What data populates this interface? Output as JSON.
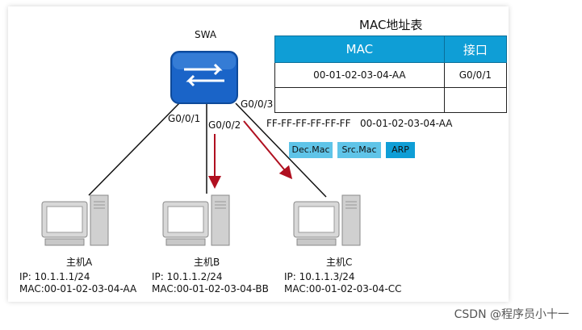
{
  "switch": {
    "name": "SWA"
  },
  "mac_table": {
    "title": "MAC地址表",
    "headers": [
      "MAC",
      "接口"
    ],
    "rows": [
      {
        "mac": "00-01-02-03-04-AA",
        "port": "G0/0/1"
      },
      {
        "mac": "",
        "port": ""
      }
    ]
  },
  "ports": {
    "p1": "G0/0/1",
    "p2": "G0/0/2",
    "p3": "G0/0/3"
  },
  "frame_header": {
    "dst_mac": "FF-FF-FF-FF-FF-FF",
    "src_mac": "00-01-02-03-04-AA",
    "fields": [
      "Dec.Mac",
      "Src.Mac",
      "ARP"
    ]
  },
  "hosts": [
    {
      "name": "主机A",
      "ip": "IP:   10.1.1.1/24",
      "mac": "MAC:00-01-02-03-04-AA"
    },
    {
      "name": "主机B",
      "ip": "IP:   10.1.1.2/24",
      "mac": "MAC:00-01-02-03-04-BB"
    },
    {
      "name": "主机C",
      "ip": "IP:   10.1.1.3/24",
      "mac": "MAC:00-01-02-03-04-CC"
    }
  ],
  "colors": {
    "switch": "#1a64c8",
    "arrow": "#b01020",
    "tag_light": "#5fc4e8",
    "tag_dark": "#0f9ed6"
  },
  "watermark": "CSDN @程序员小十一"
}
